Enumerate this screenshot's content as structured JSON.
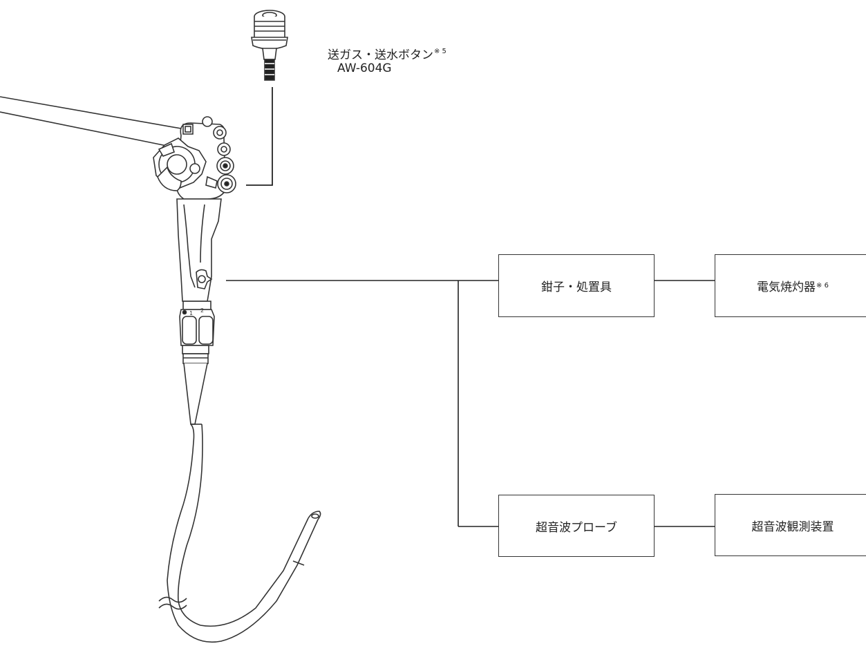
{
  "button": {
    "label": "送ガス・送水ボタン",
    "note": "※ 5",
    "model": "AW-604G"
  },
  "boxes": {
    "forceps": "鉗子・処置具",
    "esu": "電気焼灼器",
    "esu_note": "※ 6",
    "probe": "超音波プローブ",
    "us_system": "超音波観測装置"
  },
  "scope_dial_numbers": [
    "1",
    "2"
  ]
}
